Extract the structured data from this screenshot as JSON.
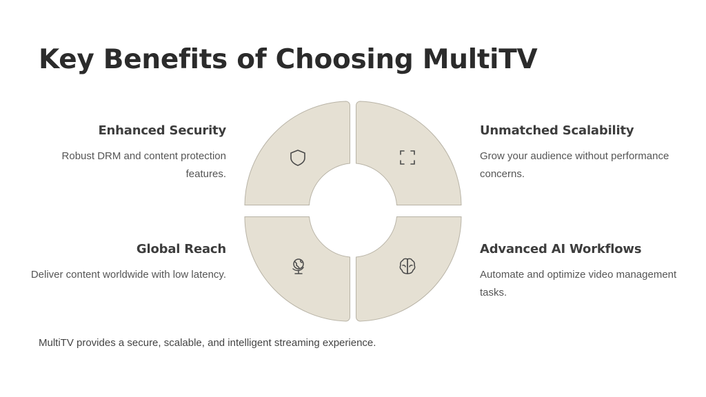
{
  "title": "Key Benefits of Choosing MultiTV",
  "benefits": [
    {
      "heading": "Enhanced Security",
      "description": "Robust DRM and content protection features.",
      "icon": "shield-icon"
    },
    {
      "heading": "Unmatched Scalability",
      "description": "Grow your audience without performance concerns.",
      "icon": "expand-icon"
    },
    {
      "heading": "Global Reach",
      "description": "Deliver content worldwide with low latency.",
      "icon": "globe-icon"
    },
    {
      "heading": "Advanced AI Workflows",
      "description": "Automate and optimize video management tasks.",
      "icon": "brain-icon"
    }
  ],
  "footer": "MultiTV provides a secure, scalable, and intelligent streaming experience.",
  "colors": {
    "segment_fill": "#e5e0d3",
    "segment_stroke": "#b8b3a6",
    "icon_stroke": "#4a4a4a",
    "title": "#2b2b2b"
  }
}
